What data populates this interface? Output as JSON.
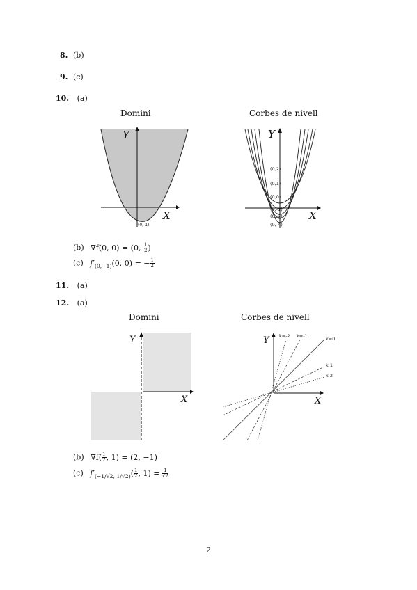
{
  "items": {
    "i8": {
      "num": "8.",
      "answer": "(b)"
    },
    "i9": {
      "num": "9.",
      "answer": "(c)"
    },
    "i10": {
      "num": "10.",
      "answer": "(a)"
    },
    "i11": {
      "num": "11.",
      "answer": "(a)"
    },
    "i12": {
      "num": "12.",
      "answer": "(a)"
    }
  },
  "fig10": {
    "domain_title": "Domini",
    "levels_title": "Corbes de nivell",
    "axis_x": "X",
    "axis_y": "Y",
    "domain_point": "(0,-1)",
    "level_points": [
      "(0,2)",
      "(0,1)",
      "(0,0)",
      "(0,-1)",
      "(0,-2)"
    ],
    "level_bottom": "(0,-4)"
  },
  "fig12": {
    "domain_title": "Domini",
    "levels_title": "Corbes de nivell",
    "axis_x": "X",
    "axis_y": "Y",
    "labels": {
      "k_m2": "k=-2",
      "k_m1": "k=-1",
      "k_0": "k=0",
      "k_1": "k  1",
      "k_2": "k  2"
    }
  },
  "answers10": {
    "b_label": "(b)",
    "b_lhs": "∇f(0, 0) = (0, ",
    "b_num": "1",
    "b_den": "2",
    "b_close": ")",
    "c_label": "(c)",
    "c_f": "f′",
    "c_sub": "(0,−1)",
    "c_rest": "(0, 0) = −",
    "c_num": "1",
    "c_den": "2"
  },
  "answers12": {
    "b_label": "(b)",
    "b_lhs": "∇f(",
    "b_num": "1",
    "b_den": "2",
    "b_rest": ", 1) = (2, −1)",
    "c_label": "(c)",
    "c_f": "f′",
    "c_sub": "(−1/√2, 1/√2)",
    "c_mid1": "(",
    "c_num1": "1",
    "c_den1": "2",
    "c_mid2": ", 1) = ",
    "c_num2": "1",
    "c_den2": "√2"
  },
  "page_number": "2"
}
